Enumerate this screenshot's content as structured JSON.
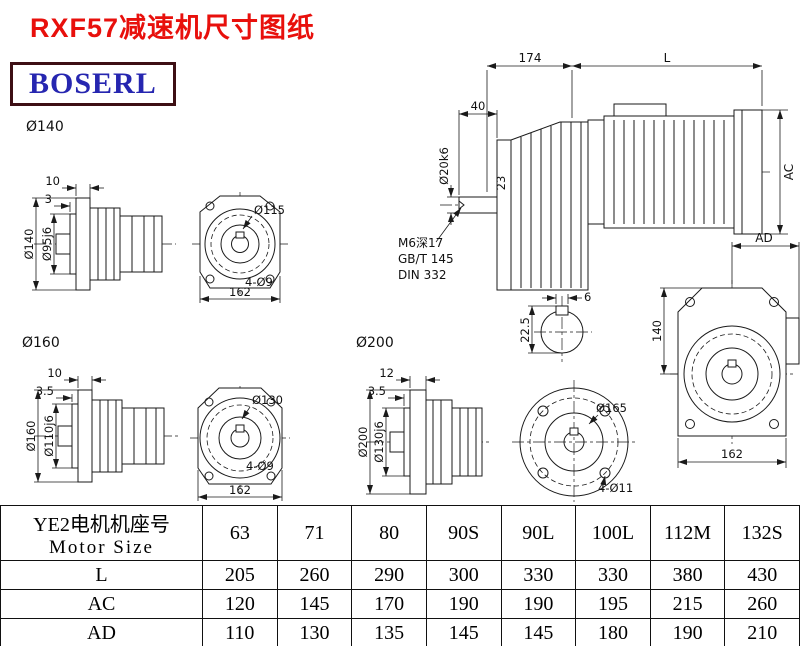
{
  "page": {
    "title": "RXF57减速机尺寸图纸",
    "logo": "BOSERL"
  },
  "colors": {
    "title": "#e8100c",
    "logo_text": "#2626b0",
    "logo_border": "#3d0f14",
    "line": "#1a1a1a"
  },
  "drawing": {
    "flange140": {
      "label": "Ø140",
      "thickness": "10",
      "spigot_depth": "3",
      "flange_dia": "Ø140",
      "spigot_dia": "Ø95j6"
    },
    "face140": {
      "bolt_circle": "Ø115",
      "holes": "4-Ø9",
      "width": "162"
    },
    "main": {
      "dim_174": "174",
      "dim_L": "L",
      "dim_40": "40",
      "shaft_dia": "Ø20k6",
      "dim_23": "23",
      "dim_AC": "AC",
      "tap_note": "M6深17",
      "std_note1": "GB/T 145",
      "std_note2": "DIN 332",
      "key_width": "6",
      "key_height": "22.5",
      "dim_140": "140",
      "dim_AD": "AD",
      "dim_162": "162"
    },
    "flange160": {
      "label": "Ø160",
      "thickness": "10",
      "spigot_depth": "3.5",
      "flange_dia": "Ø160",
      "spigot_dia": "Ø110j6"
    },
    "face160": {
      "bolt_circle": "Ø130",
      "holes": "4-Ø9",
      "width": "162"
    },
    "flange200": {
      "label": "Ø200",
      "thickness": "12",
      "spigot_depth": "3.5",
      "flange_dia": "Ø200",
      "spigot_dia": "Ø130j6"
    },
    "face200": {
      "bolt_circle": "Ø165",
      "holes": "4-Ø11"
    }
  },
  "table": {
    "header_cn": "YE2电机机座号",
    "header_en": "Motor Size",
    "sizes": [
      "63",
      "71",
      "80",
      "90S",
      "90L",
      "100L",
      "112M",
      "132S"
    ],
    "rows": [
      {
        "label": "L",
        "values": [
          "205",
          "260",
          "290",
          "300",
          "330",
          "330",
          "380",
          "430"
        ]
      },
      {
        "label": "AC",
        "values": [
          "120",
          "145",
          "170",
          "190",
          "190",
          "195",
          "215",
          "260"
        ]
      },
      {
        "label": "AD",
        "values": [
          "110",
          "130",
          "135",
          "145",
          "145",
          "180",
          "190",
          "210"
        ]
      }
    ]
  }
}
